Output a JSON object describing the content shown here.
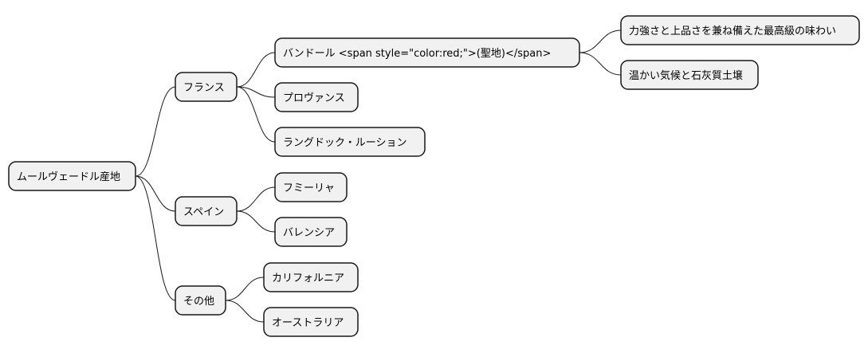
{
  "mindmap": {
    "root": "ムールヴェードル産地",
    "branches": [
      {
        "label": "フランス",
        "children": [
          {
            "label": "バンドール <span style=\"color:red;\">(聖地)</span>",
            "children": [
              {
                "label": "力強さと上品さを兼ね備えた最高級の味わい"
              },
              {
                "label": "温かい気候と石灰質土壌"
              }
            ]
          },
          {
            "label": "プロヴァンス"
          },
          {
            "label": "ラングドック・ルーション"
          }
        ]
      },
      {
        "label": "スペイン",
        "children": [
          {
            "label": "フミーリャ"
          },
          {
            "label": "バレンシア"
          }
        ]
      },
      {
        "label": "その他",
        "children": [
          {
            "label": "カリフォルニア"
          },
          {
            "label": "オーストラリア"
          }
        ]
      }
    ]
  }
}
